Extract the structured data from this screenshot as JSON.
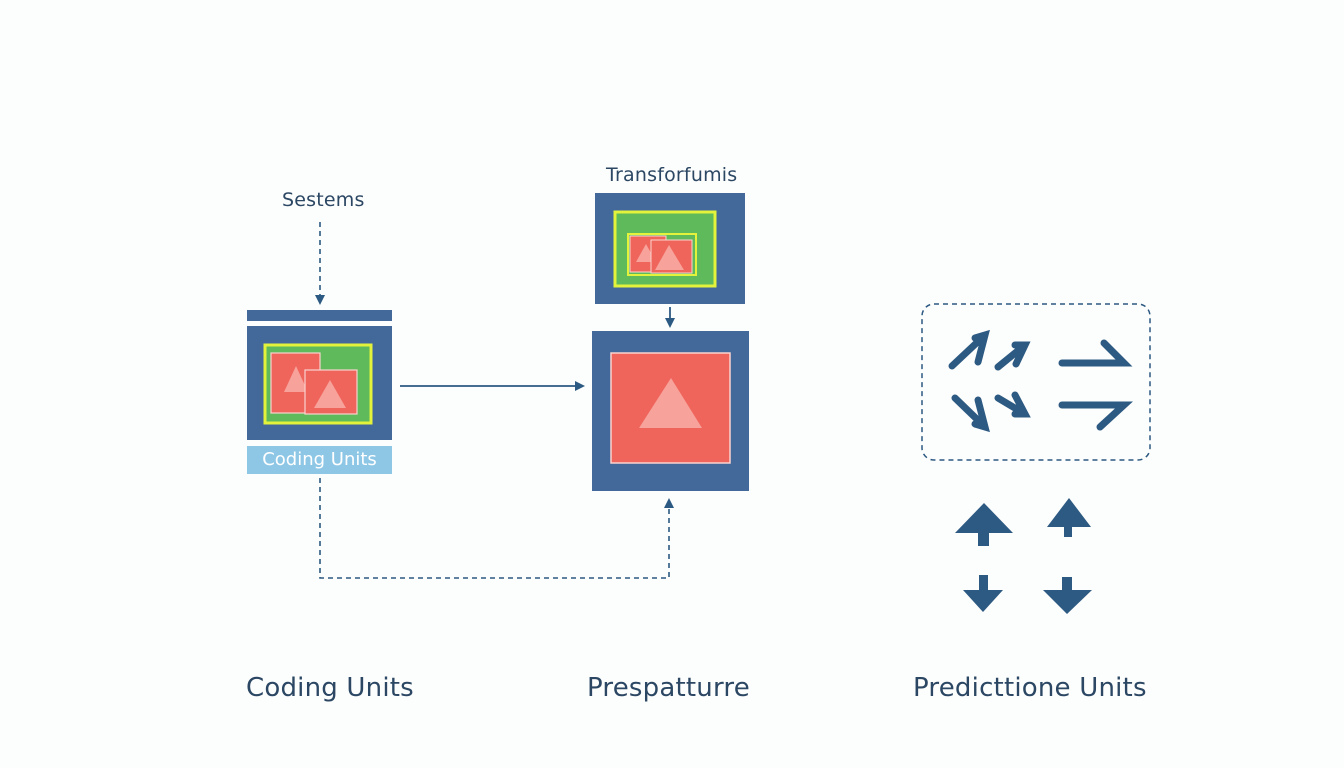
{
  "diagram": {
    "labels": {
      "sestems": "Sestems",
      "transforfumis": "Transforfumis",
      "coding_units_band": "Coding Units",
      "coding_units_caption": "Coding Units",
      "prespatturre_caption": "Prespatturre",
      "prediction_units_caption": "Predicttione Units"
    },
    "colors": {
      "navy": "#43689a",
      "dark_blue": "#2d5a82",
      "green": "#5fba5b",
      "yellow": "#e3f23a",
      "coral": "#ef645b",
      "light_coral": "#f7a29a",
      "light_blue": "#8ec7e6",
      "text": "#2b4763"
    }
  }
}
